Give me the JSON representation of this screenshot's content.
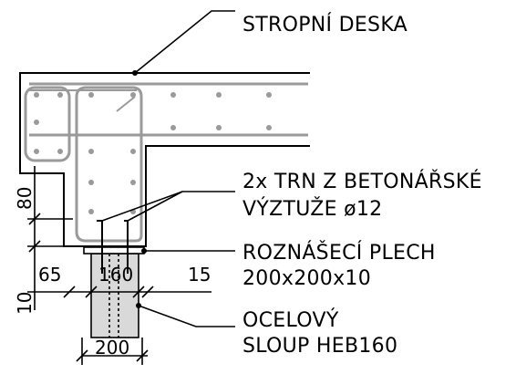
{
  "labels": {
    "slab": "STROPNÍ DESKA",
    "pins_line1": "2x TRN Z BETONÁŘSKÉ",
    "pins_line2": "VÝZTUŽE ø12",
    "plate_line1": "ROZNÁŠECÍ PLECH",
    "plate_line2": "200x200x10",
    "column_line1": "OCELOVÝ",
    "column_line2": "SLOUP HEB160"
  },
  "dimensions": {
    "d80": "80",
    "d10": "10",
    "d65": "65",
    "d160": "160",
    "d15": "15",
    "d200": "200"
  },
  "colors": {
    "line": "#000000",
    "rebar": "#9a9a9a",
    "column_fill": "#d9d9d9"
  }
}
